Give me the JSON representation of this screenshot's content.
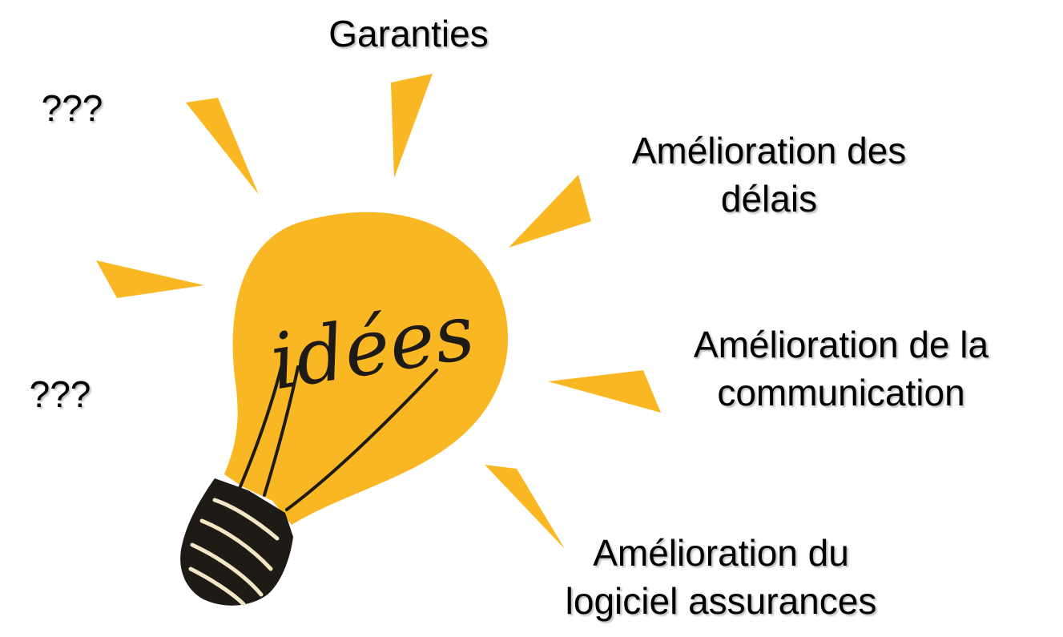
{
  "colors": {
    "bulb": "#f9b823",
    "ray": "#f9b823",
    "base": "#1e1b17",
    "base_stripe": "#f3e6c4",
    "text": "#000000"
  },
  "bulb": {
    "word": "idées",
    "icon": "lightbulb-icon"
  },
  "labels": {
    "garanties": "Garanties",
    "unknown_top": "???",
    "unknown_bottom": "???",
    "delais_line1": "Amélioration des",
    "delais_line2": "délais",
    "communication_line1": "Amélioration de la",
    "communication_line2": "communication",
    "logiciel_line1": "Amélioration du",
    "logiciel_line2": "logiciel assurances"
  }
}
